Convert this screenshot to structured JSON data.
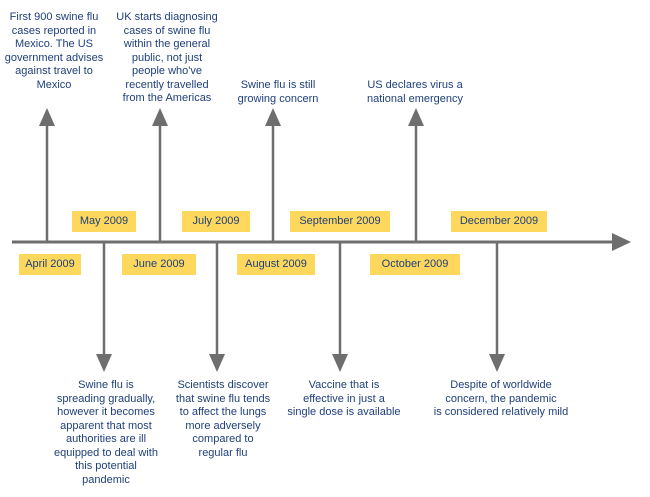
{
  "colors": {
    "line": "#6e6e6e",
    "label_fill": "#fdd85d",
    "text": "#1f3f7a"
  },
  "months": [
    {
      "text": "April 2009"
    },
    {
      "text": "May 2009"
    },
    {
      "text": "June 2009"
    },
    {
      "text": "July 2009"
    },
    {
      "text": "August 2009"
    },
    {
      "text": "September 2009"
    },
    {
      "text": "October 2009"
    },
    {
      "text": "December 2009"
    }
  ],
  "events_above": [
    {
      "text": "First 900 swine flu\ncases reported in\nMexico. The US\ngovernment advises\nagainst travel to\nMexico"
    },
    {
      "text": "UK starts diagnosing\ncases of swine flu\nwithin the general\npublic, not just\npeople who've\nrecently travelled\nfrom the Americas"
    },
    {
      "text": "Swine flu is still\ngrowing concern"
    },
    {
      "text": "US declares virus a\nnational emergency"
    }
  ],
  "events_below": [
    {
      "text": "Swine flu is\nspreading gradually,\nhowever it becomes\napparent that most\nauthorities are ill\nequipped to deal with\nthis potential\npandemic"
    },
    {
      "text": "Scientists discover\nthat swine flu tends\nto affect the lungs\nmore adversely\ncompared to\nregular flu"
    },
    {
      "text": "Vaccine that is\neffective in just a\nsingle dose is available"
    },
    {
      "text": "Despite of worldwide\nconcern, the pandemic\nis considered relatively mild"
    }
  ]
}
